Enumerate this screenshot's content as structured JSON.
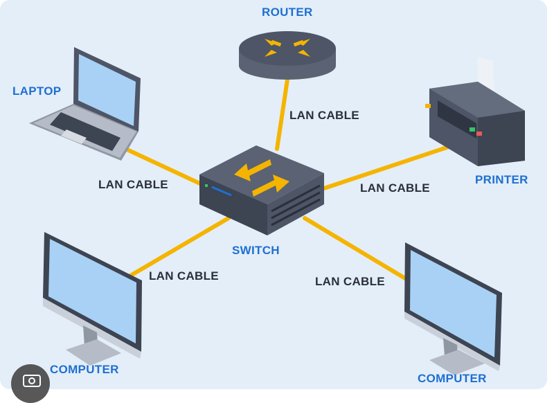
{
  "nodes": {
    "router": "ROUTER",
    "laptop": "LAPTOP",
    "printer": "PRINTER",
    "switch": "SWITCH",
    "computer_left": "COMPUTER",
    "computer_right": "COMPUTER"
  },
  "cables": {
    "router": "LAN CABLE",
    "laptop": "LAN CABLE",
    "printer": "LAN CABLE",
    "computer_left": "LAN CABLE",
    "computer_right": "LAN CABLE"
  },
  "colors": {
    "background": "#e3eef8",
    "cable": "#f5b400",
    "label": "#1f6fd1",
    "device": "#4d5566",
    "screen": "#a8d1f5"
  },
  "icons": {
    "lens": "camera-lens-icon"
  }
}
